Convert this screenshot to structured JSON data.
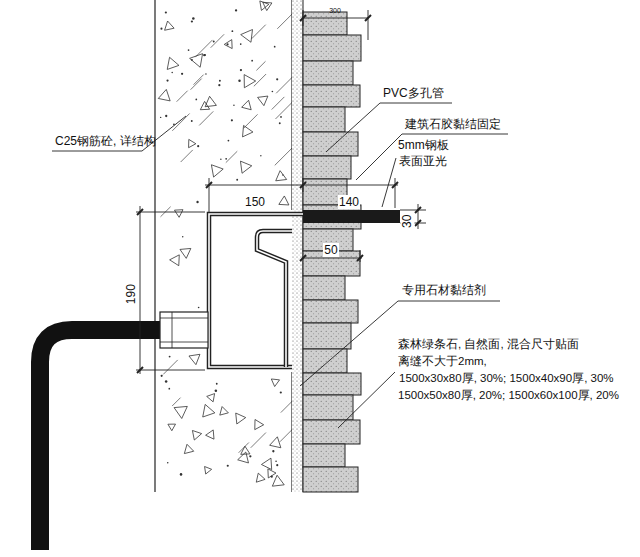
{
  "diagram": {
    "labels": [
      "300",
      "C25钢筋砼, 详结构",
      "PVC多孔管",
      "建筑石胶黏结固定",
      "5mm钢板",
      "表面亚光",
      "150",
      "140",
      "30",
      "50",
      "190",
      "专用石材黏结剂",
      "森林绿条石, 自然面, 混合尺寸贴面",
      "离缝不大于2mm,",
      "1500x30x80厚, 30%; 1500x40x90厚, 30%",
      "1500x50x80厚, 20%; 1500x60x100厚, 20%"
    ]
  }
}
